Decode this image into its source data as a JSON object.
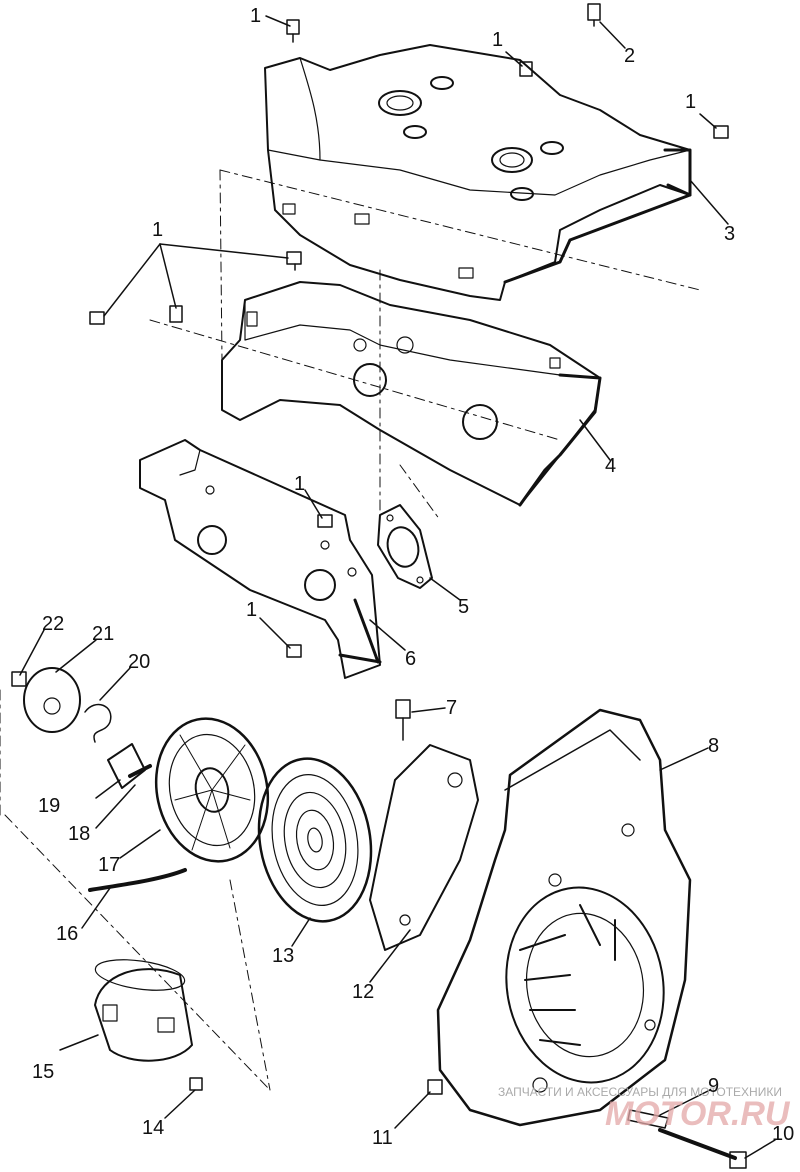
{
  "diagram": {
    "callouts": [
      {
        "id": "c1a",
        "text": "1"
      },
      {
        "id": "c2",
        "text": "2"
      },
      {
        "id": "c1b",
        "text": "1"
      },
      {
        "id": "c1c",
        "text": "1"
      },
      {
        "id": "c3",
        "text": "3"
      },
      {
        "id": "c1d",
        "text": "1"
      },
      {
        "id": "c4",
        "text": "4"
      },
      {
        "id": "c1e",
        "text": "1"
      },
      {
        "id": "c5",
        "text": "5"
      },
      {
        "id": "c1f",
        "text": "1"
      },
      {
        "id": "c6",
        "text": "6"
      },
      {
        "id": "c22",
        "text": "22"
      },
      {
        "id": "c21",
        "text": "21"
      },
      {
        "id": "c20",
        "text": "20"
      },
      {
        "id": "c7",
        "text": "7"
      },
      {
        "id": "c8",
        "text": "8"
      },
      {
        "id": "c19",
        "text": "19"
      },
      {
        "id": "c18",
        "text": "18"
      },
      {
        "id": "c17",
        "text": "17"
      },
      {
        "id": "c16",
        "text": "16"
      },
      {
        "id": "c13",
        "text": "13"
      },
      {
        "id": "c12",
        "text": "12"
      },
      {
        "id": "c15",
        "text": "15"
      },
      {
        "id": "c14",
        "text": "14"
      },
      {
        "id": "c9",
        "text": "9"
      },
      {
        "id": "c11",
        "text": "11"
      },
      {
        "id": "c10",
        "text": "10"
      }
    ],
    "watermark": {
      "text": "ЗАПЧАСТИ И АКСЕССУАРЫ ДЛЯ МОТОТЕХНИКИ",
      "logo": "MOTOR.RU"
    },
    "colors": {
      "ink": "#111111",
      "watermark_logo": "#e3a8a8"
    }
  }
}
